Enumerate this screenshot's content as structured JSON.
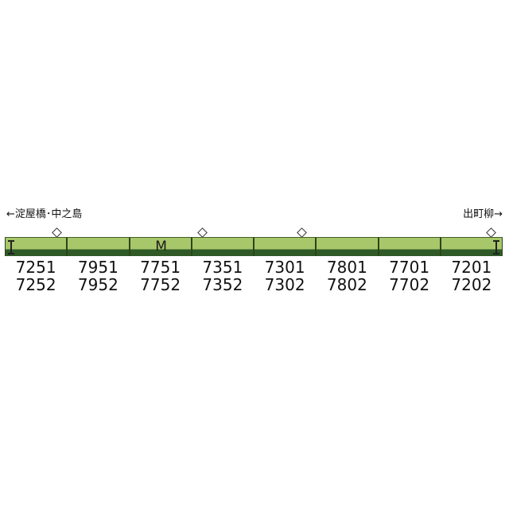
{
  "directions": {
    "left": "←淀屋橋･中之島",
    "right": "出町柳→"
  },
  "cars": [
    {
      "upper": "7251",
      "lower": "7252",
      "pantograph": true,
      "motor": false,
      "cab": "left"
    },
    {
      "upper": "7951",
      "lower": "7952",
      "pantograph": false,
      "motor": false,
      "cab": ""
    },
    {
      "upper": "7751",
      "lower": "7752",
      "pantograph": false,
      "motor": true,
      "cab": ""
    },
    {
      "upper": "7351",
      "lower": "7352",
      "pantograph": true,
      "motor": false,
      "cab": ""
    },
    {
      "upper": "7301",
      "lower": "7302",
      "pantograph": true,
      "motor": false,
      "cab": ""
    },
    {
      "upper": "7801",
      "lower": "7802",
      "pantograph": false,
      "motor": false,
      "cab": ""
    },
    {
      "upper": "7701",
      "lower": "7702",
      "pantograph": false,
      "motor": false,
      "cab": ""
    },
    {
      "upper": "7201",
      "lower": "7202",
      "pantograph": true,
      "motor": false,
      "cab": "right"
    }
  ],
  "motor_label": "M",
  "colors": {
    "body_light": "#a8c76a",
    "body_dark": "#2f5a28"
  }
}
